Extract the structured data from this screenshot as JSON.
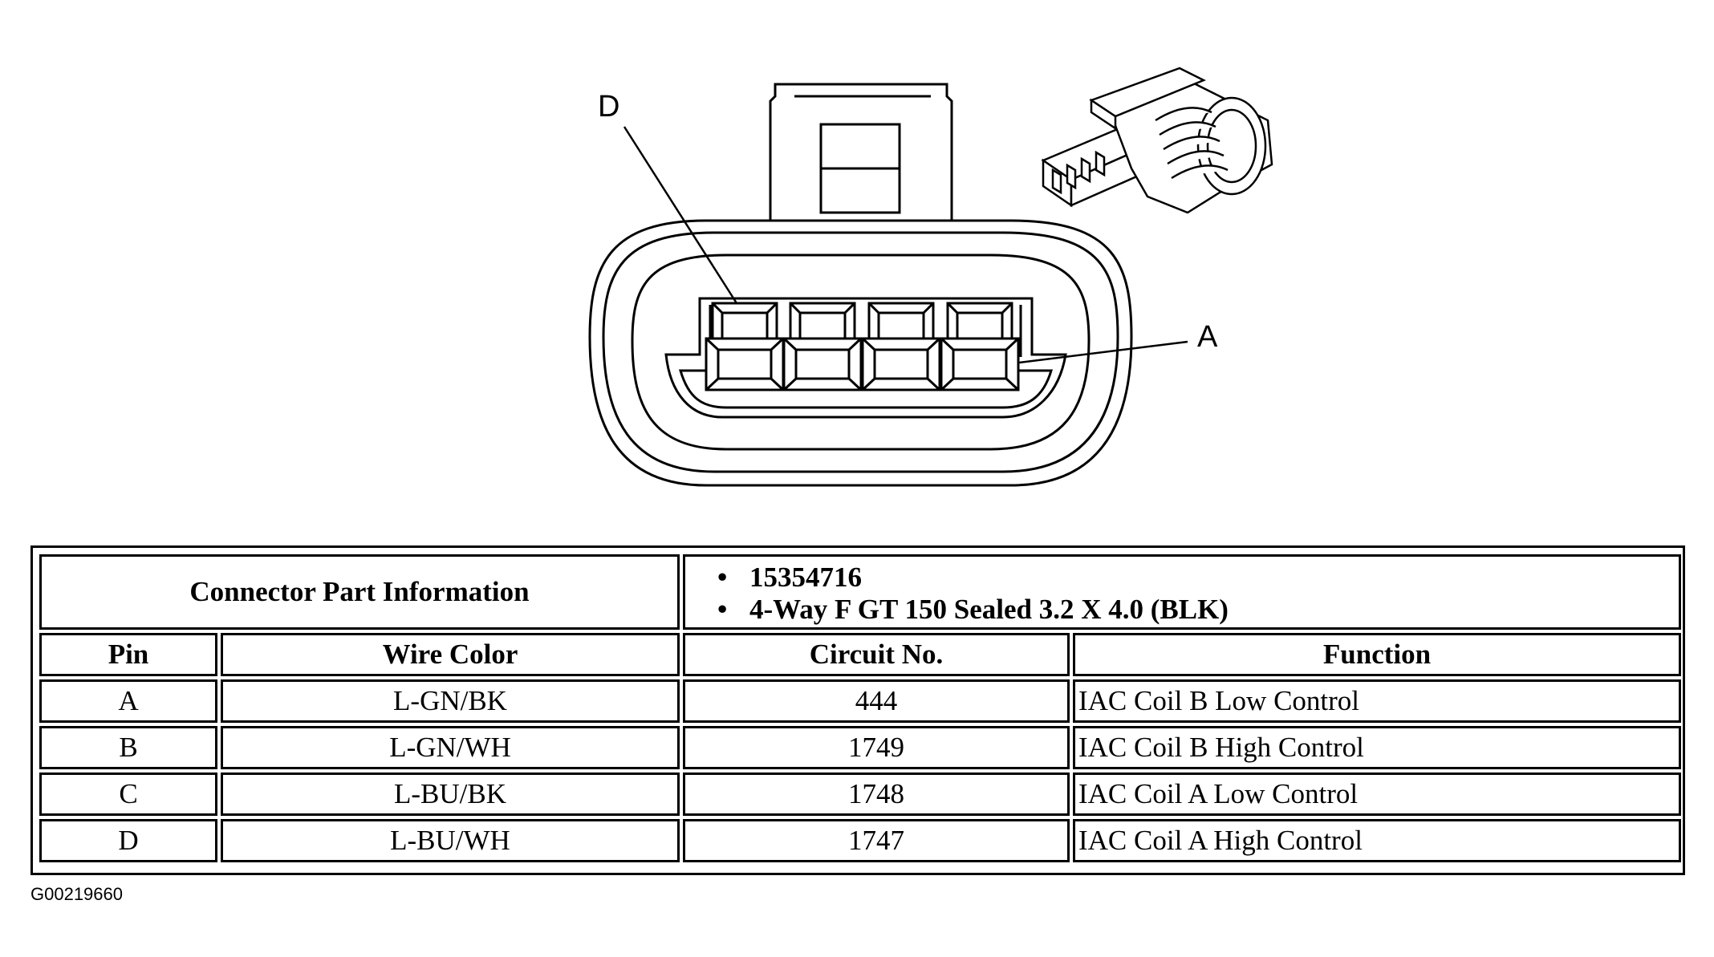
{
  "diagram": {
    "callouts": {
      "top_left": "D",
      "right": "A"
    }
  },
  "table": {
    "connector_info_label": "Connector Part Information",
    "connector_info_items": [
      "15354716",
      "4-Way F GT 150 Sealed 3.2 X 4.0 (BLK)"
    ],
    "headers": {
      "pin": "Pin",
      "wire_color": "Wire Color",
      "circuit_no": "Circuit No.",
      "function": "Function"
    },
    "rows": [
      {
        "pin": "A",
        "wire_color": "L-GN/BK",
        "circuit_no": "444",
        "function": "IAC Coil B Low Control"
      },
      {
        "pin": "B",
        "wire_color": "L-GN/WH",
        "circuit_no": "1749",
        "function": "IAC Coil B High Control"
      },
      {
        "pin": "C",
        "wire_color": "L-BU/BK",
        "circuit_no": "1748",
        "function": "IAC Coil A Low Control"
      },
      {
        "pin": "D",
        "wire_color": "L-BU/WH",
        "circuit_no": "1747",
        "function": "IAC Coil A High Control"
      }
    ]
  },
  "figure_id": "G00219660",
  "bullet_glyph": "•"
}
